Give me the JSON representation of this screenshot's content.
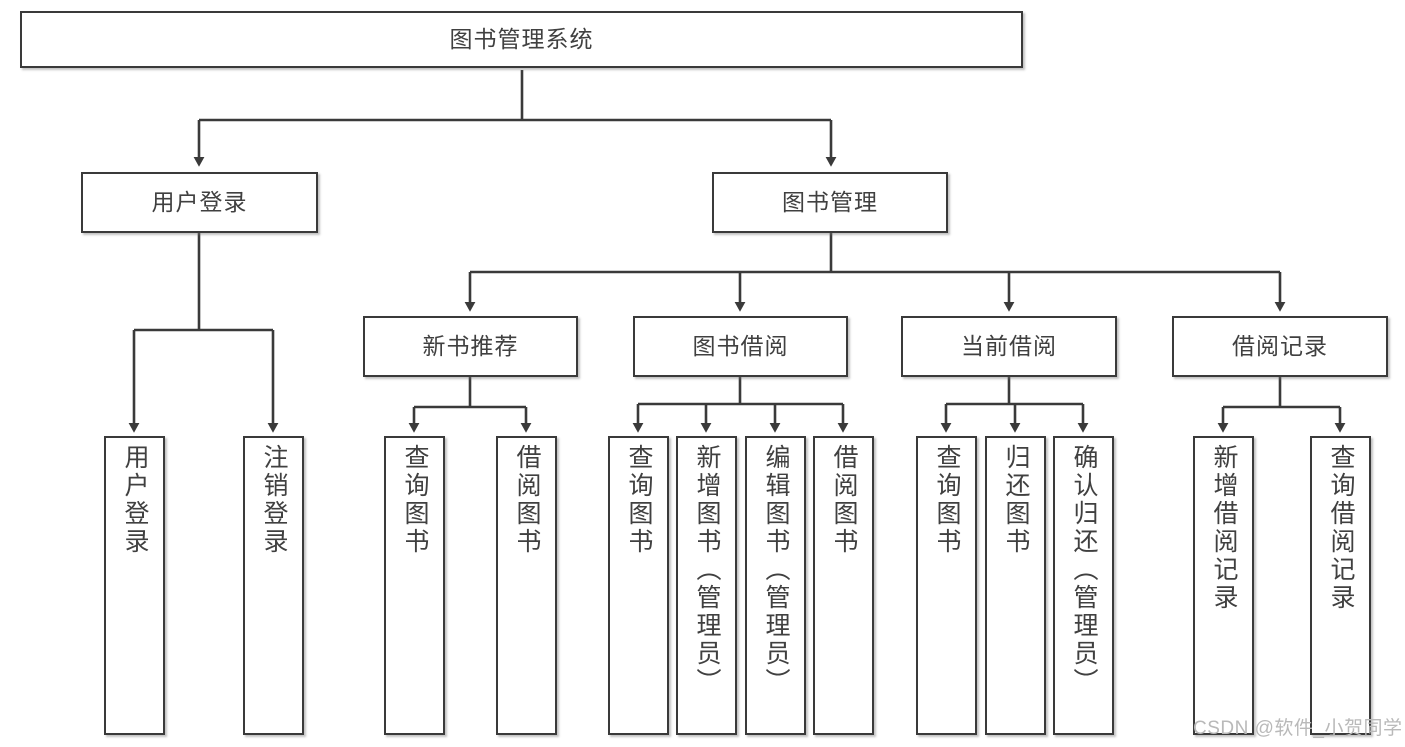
{
  "diagram": {
    "title": "图书管理系统",
    "type": "hierarchy-tree",
    "levels": 4,
    "nodes": {
      "root": {
        "label": "图书管理系统"
      },
      "level2": [
        {
          "id": "user-login",
          "label": "用户登录"
        },
        {
          "id": "book-manage",
          "label": "图书管理"
        }
      ],
      "level3": [
        {
          "id": "new-book-rec",
          "label": "新书推荐"
        },
        {
          "id": "book-borrow",
          "label": "图书借阅"
        },
        {
          "id": "current-borrow",
          "label": "当前借阅"
        },
        {
          "id": "borrow-record",
          "label": "借阅记录"
        }
      ],
      "leaves": [
        {
          "id": "leaf-user-login",
          "label": "用户登录",
          "parent": "user-login"
        },
        {
          "id": "leaf-logout",
          "label": "注销登录",
          "parent": "user-login"
        },
        {
          "id": "leaf-query-book-1",
          "label": "查询图书",
          "parent": "new-book-rec"
        },
        {
          "id": "leaf-borrow-book-1",
          "label": "借阅图书",
          "parent": "new-book-rec"
        },
        {
          "id": "leaf-query-book-2",
          "label": "查询图书",
          "parent": "book-borrow"
        },
        {
          "id": "leaf-add-book",
          "label": "新增图书（管理员）",
          "parent": "book-borrow"
        },
        {
          "id": "leaf-edit-book",
          "label": "编辑图书（管理员）",
          "parent": "book-borrow"
        },
        {
          "id": "leaf-borrow-book-2",
          "label": "借阅图书",
          "parent": "book-borrow"
        },
        {
          "id": "leaf-query-book-3",
          "label": "查询图书",
          "parent": "current-borrow"
        },
        {
          "id": "leaf-return-book",
          "label": "归还图书",
          "parent": "current-borrow"
        },
        {
          "id": "leaf-confirm-return",
          "label": "确认归还（管理员）",
          "parent": "current-borrow"
        },
        {
          "id": "leaf-add-record",
          "label": "新增借阅记录",
          "parent": "borrow-record"
        },
        {
          "id": "leaf-query-record",
          "label": "查询借阅记录",
          "parent": "borrow-record"
        }
      ]
    },
    "colors": {
      "border": "#3a3a3a",
      "text": "#404040",
      "background": "#ffffff",
      "watermark": "#b9b9b9"
    }
  },
  "watermark": {
    "text": "CSDN @软件_小贺同学"
  }
}
